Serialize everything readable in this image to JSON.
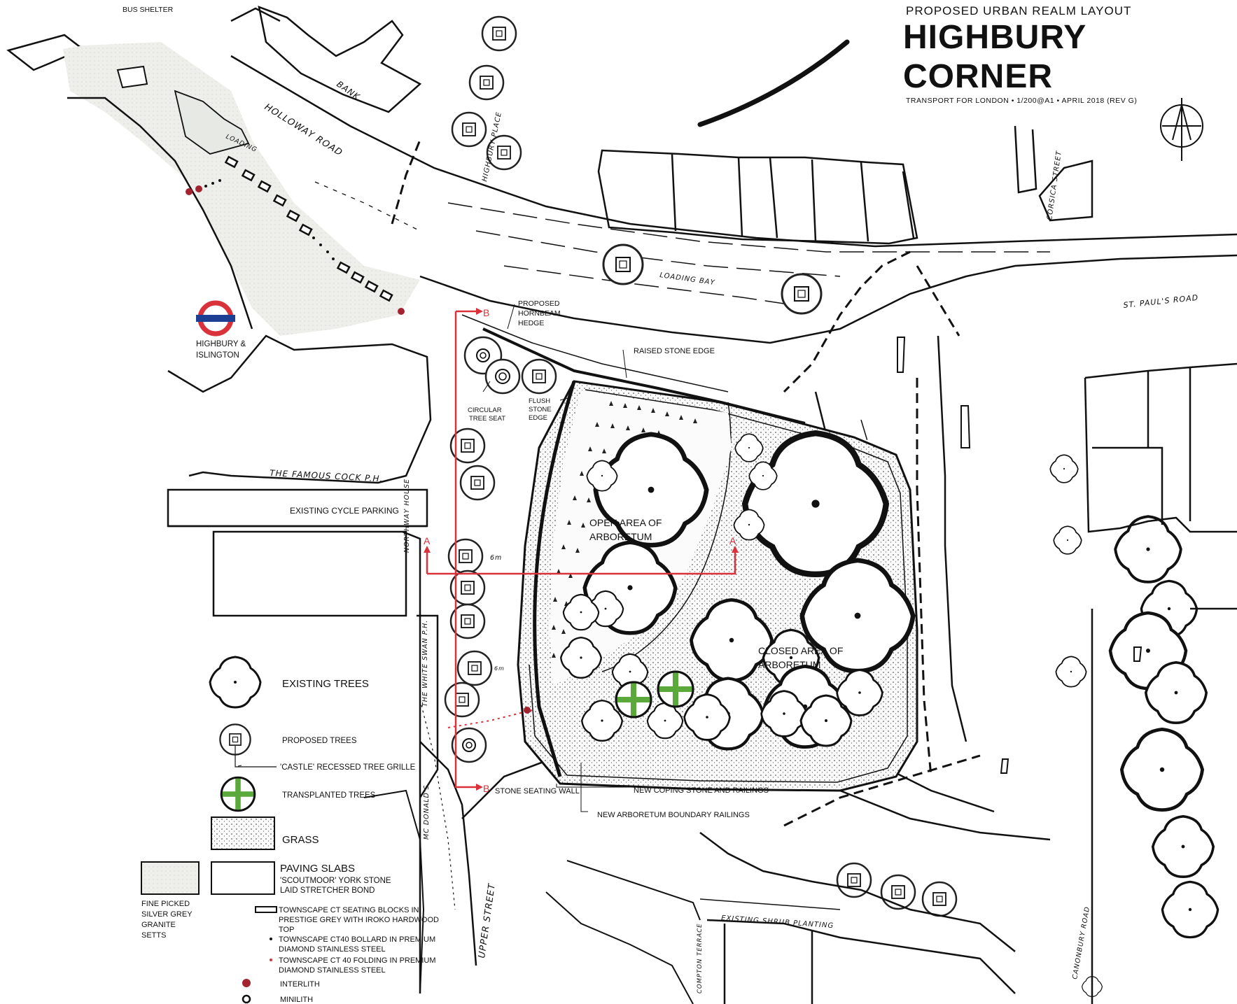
{
  "title": {
    "subtitle": "PROPOSED URBAN REALM LAYOUT",
    "main": "HIGHBURY CORNER",
    "meta": "TRANSPORT FOR LONDON • 1/200@A1 • APRIL 2018 (REV G)"
  },
  "labels": {
    "bus_shelter": "BUS SHELTER",
    "bank": "BANK",
    "holloway_road": "HOLLOWAY ROAD",
    "loading_nw": "LOADING",
    "highbury_place": "HIGHBURY PLACE",
    "corsica_street": "CORSICA STREET",
    "loading_bay": "LOADING BAY",
    "st_pauls_road": "ST. PAUL'S ROAD",
    "station_line1": "HIGHBURY &",
    "station_line2": "ISLINGTON",
    "proposed_hedge_1": "PROPOSED",
    "proposed_hedge_2": "HORNBEAM",
    "proposed_hedge_3": "HEDGE",
    "raised_stone_edge": "RAISED STONE EDGE",
    "circular_seat_1": "CIRCULAR",
    "circular_seat_2": "TREE SEAT",
    "flush_edge_1": "FLUSH",
    "flush_edge_2": "STONE",
    "flush_edge_3": "EDGE",
    "famous_cock": "THE FAMOUS COCK P.H.",
    "cycle_parking": "EXISTING CYCLE PARKING",
    "open_area_1": "OPEN AREA OF",
    "open_area_2": "ARBORETUM",
    "closed_area_1": "CLOSED AREA OF",
    "closed_area_2": "ARBORETUM",
    "northway_house": "NORTHWAY HOUSE",
    "white_swan": "THE WHITE SWAN P.H.",
    "mcdonalds": "MC DONALD'S",
    "six_m": "6m",
    "stone_seating_wall": "STONE SEATING WALL",
    "new_coping": "NEW COPING STONE AND RAILINGS",
    "new_railings": "NEW ARBORETUM BOUNDARY RAILINGS",
    "upper_street": "UPPER STREET",
    "existing_shrub": "EXISTING SHRUB PLANTING",
    "compton_terrace": "COMPTON TERRACE",
    "canonbury_road": "CANONBURY ROAD",
    "section_a": "A",
    "section_b": "B"
  },
  "legend": {
    "existing_trees": "EXISTING TREES",
    "proposed_trees": "PROPOSED TREES",
    "castle_grille": "'CASTLE' RECESSED TREE GRILLE",
    "transplanted_trees": "TRANSPLANTED TREES",
    "grass": "GRASS",
    "paving_1": "PAVING SLABS",
    "paving_2": "'SCOUTMOOR' YORK STONE",
    "paving_3": "LAID STRETCHER BOND",
    "setts_1": "FINE PICKED",
    "setts_2": "SILVER GREY",
    "setts_3": "GRANITE",
    "setts_4": "SETTS",
    "seating_1": "TOWNSCAPE CT SEATING BLOCKS IN",
    "seating_2": "PRESTIGE GREY WITH IROKO HARDWOOD",
    "seating_3": "TOP",
    "bollard_1": "TOWNSCAPE CT40 BOLLARD IN PREMIUM",
    "bollard_2": "DIAMOND STAINLESS STEEL",
    "folding_1": "TOWNSCAPE CT 40 FOLDING IN PREMIUM",
    "folding_2": "DIAMOND STAINLESS STEEL",
    "interlith": "INTERLITH",
    "minilith": "MINILITH"
  },
  "colors": {
    "ink": "#111111",
    "section_red": "#d9323a",
    "transplant_green": "#5aa93a",
    "grass_tint": "#f1f1ee",
    "setts_tint": "#eeeeea"
  },
  "icons": [
    "north-arrow-icon",
    "underground-roundel-icon"
  ]
}
